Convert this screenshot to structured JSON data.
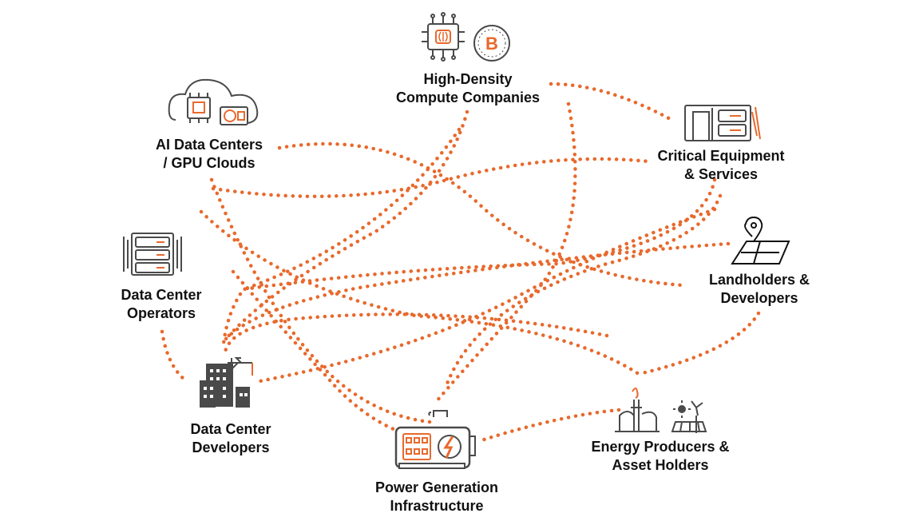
{
  "colors": {
    "accent": "#E8692C",
    "icon": "#4A4A4A",
    "text": "#111111"
  },
  "nodes": [
    {
      "id": "hdcc",
      "icon": "chip-bitcoin-icon",
      "lines": [
        "High-Density",
        "Compute Companies"
      ]
    },
    {
      "id": "aidc",
      "icon": "cloud-gpu-icon",
      "lines": [
        "AI Data Centers",
        "/ GPU Clouds"
      ]
    },
    {
      "id": "ces",
      "icon": "server-rack-equipment-icon",
      "lines": [
        "Critical Equipment",
        "& Services"
      ]
    },
    {
      "id": "dco",
      "icon": "server-stack-icon",
      "lines": [
        "Data Center",
        "Operators"
      ]
    },
    {
      "id": "ld",
      "icon": "map-pin-icon",
      "lines": [
        "Landholders &",
        "Developers"
      ]
    },
    {
      "id": "dcd",
      "icon": "construction-crane-icon",
      "lines": [
        "Data Center",
        "Developers"
      ]
    },
    {
      "id": "ep",
      "icon": "refinery-solar-wind-icon",
      "lines": [
        "Energy Producers &",
        "Asset Holders"
      ]
    },
    {
      "id": "pg",
      "icon": "generator-icon",
      "lines": [
        "Power Generation",
        "Infrastructure"
      ]
    }
  ]
}
